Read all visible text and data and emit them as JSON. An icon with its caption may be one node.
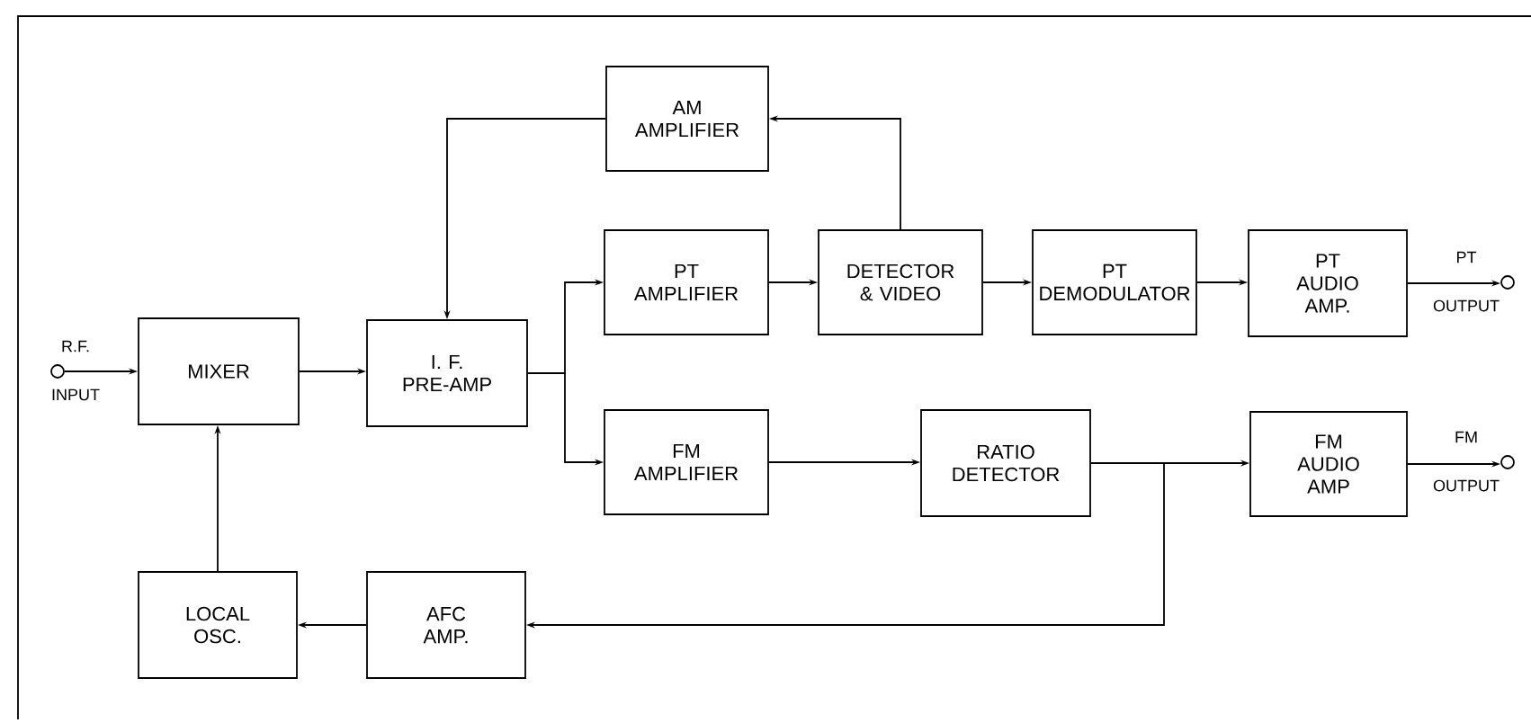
{
  "diagram": {
    "nodes": [
      {
        "text": [
          "AM AMPLIFIER"
        ]
      },
      {
        "text": [],
        "shape": "circle",
        "beside": [
          "R.F.",
          "INPUT"
        ]
      },
      {
        "text": [
          "MIXER"
        ]
      },
      {
        "text": [
          "I. F. PRE-AMP"
        ]
      },
      {
        "text": [
          "PT AMPLIFIER"
        ]
      },
      {
        "text": [
          "DETECTOR & VIDEO"
        ]
      },
      {
        "text": [
          "PT DEMODULATOR"
        ]
      },
      {
        "text": [
          "PT AUDIO AMP."
        ]
      },
      {
        "text": [],
        "shape": "circle",
        "beside": [
          "PT",
          "OUTPUT"
        ]
      },
      {
        "text": [
          "FM AMPLIFIER"
        ]
      },
      {
        "text": [
          "RATIO DETECTOR"
        ]
      },
      {
        "text": [
          "FM AUDIO AMP"
        ]
      },
      {
        "text": [],
        "shape": "circle",
        "beside": [
          "FM",
          "OUTPUT"
        ]
      },
      {
        "text": [
          "LOCAL OSC."
        ]
      },
      {
        "text": [
          "AFC AMP."
        ]
      }
    ],
    "edges": [
      {
        "from": 1,
        "to": 2,
        "arrow": "to"
      },
      {
        "from": 2,
        "to": 3,
        "arrow": "to"
      },
      {
        "from": 3,
        "to": 4,
        "arrow": "to"
      },
      {
        "from": 3,
        "to": 9,
        "arrow": "to"
      },
      {
        "from": 4,
        "to": 5,
        "arrow": "to"
      },
      {
        "from": 5,
        "to": 0,
        "arrow": "to"
      },
      {
        "from": 0,
        "to": 3,
        "arrow": "to"
      },
      {
        "from": 5,
        "to": 6,
        "arrow": "to"
      },
      {
        "from": 6,
        "to": 7,
        "arrow": "to"
      },
      {
        "from": 7,
        "to": 8,
        "arrow": "to"
      },
      {
        "from": 9,
        "to": 10,
        "arrow": "to"
      },
      {
        "from": 10,
        "to": 11,
        "arrow": "to"
      },
      {
        "from": 11,
        "to": 12,
        "arrow": "to"
      },
      {
        "from": 10,
        "to": 14,
        "arrow": "to"
      },
      {
        "from": 14,
        "to": 13,
        "arrow": "to"
      },
      {
        "from": 13,
        "to": 2,
        "arrow": "to"
      }
    ]
  }
}
